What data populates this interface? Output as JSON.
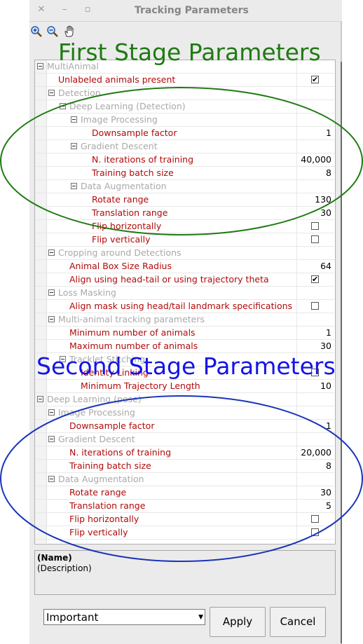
{
  "window": {
    "title": "Tracking Parameters",
    "controls": [
      "✕",
      "–",
      "▫"
    ]
  },
  "toolbar": {
    "icons": [
      "zoom-in-icon",
      "zoom-out-icon",
      "pan-hand-icon"
    ]
  },
  "annotations": {
    "first": "First Stage Parameters",
    "second": "Second Stage Parameters",
    "first_color": "#1f7a12",
    "second_color": "#1414e6"
  },
  "tree": [
    {
      "label": "MultiAnimal",
      "level": 0,
      "kind": "category"
    },
    {
      "label": "Unlabeled animals present",
      "level": 1,
      "kind": "property",
      "checkbox": true
    },
    {
      "label": "Detection",
      "level": 1,
      "kind": "category"
    },
    {
      "label": "Deep Learning (Detection)",
      "level": 2,
      "kind": "category"
    },
    {
      "label": "Image Processing",
      "level": 3,
      "kind": "category"
    },
    {
      "label": "Downsample factor",
      "level": 4,
      "kind": "property",
      "value": "1"
    },
    {
      "label": "Gradient Descent",
      "level": 3,
      "kind": "category"
    },
    {
      "label": "N. iterations of training",
      "level": 4,
      "kind": "property",
      "value": "40,000"
    },
    {
      "label": "Training batch size",
      "level": 4,
      "kind": "property",
      "value": "8"
    },
    {
      "label": "Data Augmentation",
      "level": 3,
      "kind": "category"
    },
    {
      "label": "Rotate range",
      "level": 4,
      "kind": "property",
      "value": "130"
    },
    {
      "label": "Translation range",
      "level": 4,
      "kind": "property",
      "value": "30"
    },
    {
      "label": "Flip horizontally",
      "level": 4,
      "kind": "property",
      "checkbox": false
    },
    {
      "label": "Flip vertically",
      "level": 4,
      "kind": "property",
      "checkbox": false
    },
    {
      "label": "Cropping around Detections",
      "level": 1,
      "kind": "category"
    },
    {
      "label": "Animal Box Size Radius",
      "level": 2,
      "kind": "property",
      "value": "64"
    },
    {
      "label": "Align using head-tail or using trajectory theta",
      "level": 2,
      "kind": "property",
      "checkbox": true
    },
    {
      "label": "Loss Masking",
      "level": 1,
      "kind": "category"
    },
    {
      "label": "Align mask using head/tail landmark specifications",
      "level": 2,
      "kind": "property",
      "checkbox": false
    },
    {
      "label": "Multi-animal tracking parameters",
      "level": 1,
      "kind": "category"
    },
    {
      "label": "Minimum number of animals",
      "level": 2,
      "kind": "property",
      "value": "1"
    },
    {
      "label": "Maximum number of animals",
      "level": 2,
      "kind": "property",
      "value": "30"
    },
    {
      "label": "Tracklet Stitching",
      "level": 2,
      "kind": "category"
    },
    {
      "label": "Identity Linking",
      "level": 3,
      "kind": "property",
      "checkbox": false
    },
    {
      "label": "Minimum Trajectory Length",
      "level": 3,
      "kind": "property",
      "value": "10"
    },
    {
      "label": "Deep Learning (pose)",
      "level": 0,
      "kind": "category"
    },
    {
      "label": "Image Processing",
      "level": 1,
      "kind": "category"
    },
    {
      "label": "Downsample factor",
      "level": 2,
      "kind": "property",
      "value": "1"
    },
    {
      "label": "Gradient Descent",
      "level": 1,
      "kind": "category"
    },
    {
      "label": "N. iterations of training",
      "level": 2,
      "kind": "property",
      "value": "20,000"
    },
    {
      "label": "Training batch size",
      "level": 2,
      "kind": "property",
      "value": "8"
    },
    {
      "label": "Data Augmentation",
      "level": 1,
      "kind": "category"
    },
    {
      "label": "Rotate range",
      "level": 2,
      "kind": "property",
      "value": "30"
    },
    {
      "label": "Translation range",
      "level": 2,
      "kind": "property",
      "value": "5"
    },
    {
      "label": "Flip horizontally",
      "level": 2,
      "kind": "property",
      "checkbox": false
    },
    {
      "label": "Flip vertically",
      "level": 2,
      "kind": "property",
      "checkbox": false
    }
  ],
  "description": {
    "name": "(Name)",
    "text": "(Description)"
  },
  "footer": {
    "select_value": "Important",
    "apply_label": "Apply",
    "cancel_label": "Cancel"
  }
}
